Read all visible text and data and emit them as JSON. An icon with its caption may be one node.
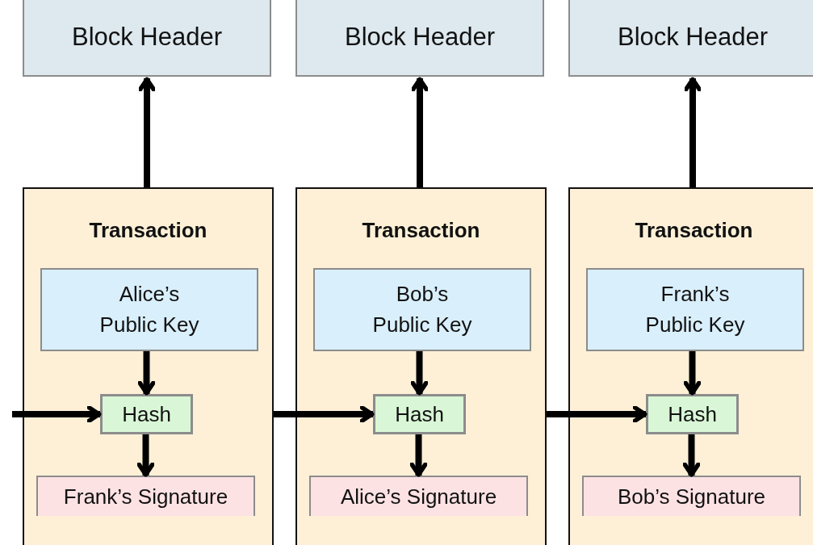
{
  "diagram": {
    "nodes": [
      {
        "text": [
          "Block Header"
        ]
      },
      {
        "text": [
          "Block Header"
        ]
      },
      {
        "text": [
          "Block Header"
        ]
      },
      {
        "text": [
          "Transaction"
        ]
      },
      {
        "text": [
          "Alice’s Public Key"
        ],
        "in": 3
      },
      {
        "text": [
          "Hash"
        ],
        "in": 3
      },
      {
        "text": [
          "Frank’s Signature"
        ],
        "in": 3
      },
      {
        "text": [
          "Transaction"
        ]
      },
      {
        "text": [
          "Bob’s Public Key"
        ],
        "in": 7
      },
      {
        "text": [
          "Hash"
        ],
        "in": 7
      },
      {
        "text": [
          "Alice’s Signature"
        ],
        "in": 7
      },
      {
        "text": [
          "Transaction"
        ]
      },
      {
        "text": [
          "Frank’s Public Key"
        ],
        "in": 11
      },
      {
        "text": [
          "Hash"
        ],
        "in": 11
      },
      {
        "text": [
          "Bob’s Signature"
        ],
        "in": 11
      }
    ],
    "edges": [
      {
        "from": 3,
        "to": 0,
        "arrow": "to"
      },
      {
        "from": 7,
        "to": 1,
        "arrow": "to"
      },
      {
        "from": 11,
        "to": 2,
        "arrow": "to"
      },
      {
        "from": 4,
        "to": 5,
        "arrow": "to"
      },
      {
        "from": 5,
        "to": 6,
        "arrow": "to"
      },
      {
        "from": 8,
        "to": 9,
        "arrow": "to"
      },
      {
        "from": 9,
        "to": 10,
        "arrow": "to"
      },
      {
        "from": 12,
        "to": 13,
        "arrow": "to"
      },
      {
        "from": 13,
        "to": 14,
        "arrow": "to"
      },
      {
        "from": null,
        "to": 5,
        "arrow": "to"
      },
      {
        "from": 3,
        "to": 9,
        "arrow": "to"
      },
      {
        "from": 7,
        "to": 13,
        "arrow": "to"
      }
    ]
  }
}
